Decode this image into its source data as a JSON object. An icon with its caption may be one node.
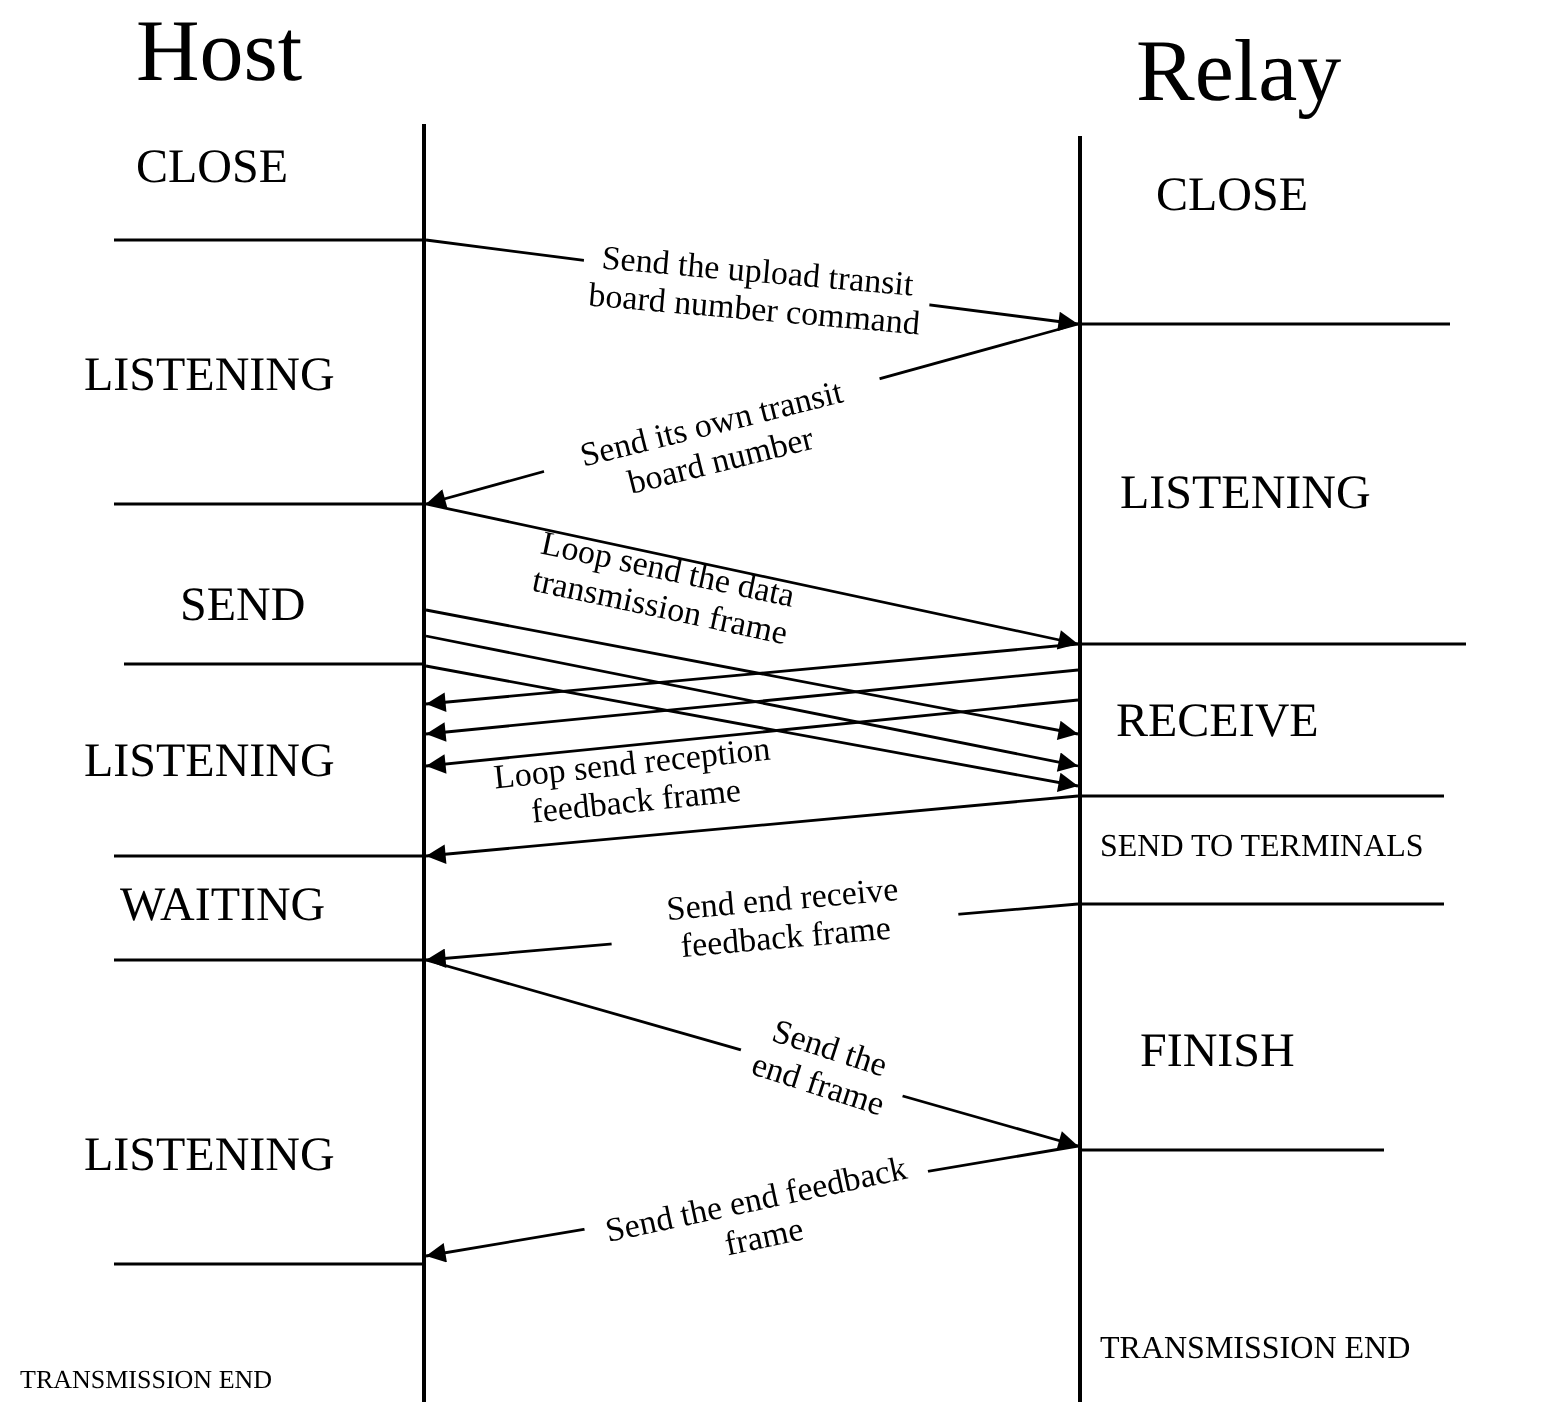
{
  "diagram": {
    "nodes": [
      {
        "text": [
          "Host"
        ]
      },
      {
        "text": [
          "Relay"
        ]
      }
    ],
    "edges": [
      {
        "from": 0,
        "to": 1,
        "arrow": "to",
        "label": "Send the upload transit board number command"
      },
      {
        "from": 1,
        "to": 0,
        "arrow": "to",
        "label": "Send its own transit board number"
      },
      {
        "from": 0,
        "to": 1,
        "arrow": "to",
        "label": "Loop send the data transmission frame"
      },
      {
        "from": 0,
        "to": 1,
        "arrow": "to"
      },
      {
        "from": 0,
        "to": 1,
        "arrow": "to"
      },
      {
        "from": 0,
        "to": 1,
        "arrow": "to"
      },
      {
        "from": 1,
        "to": 0,
        "arrow": "to"
      },
      {
        "from": 1,
        "to": 0,
        "arrow": "to"
      },
      {
        "from": 1,
        "to": 0,
        "arrow": "to"
      },
      {
        "from": 1,
        "to": 0,
        "arrow": "to",
        "label": "Loop send reception feedback frame"
      },
      {
        "from": 1,
        "to": 0,
        "arrow": "to",
        "label": "Send end receive feedback frame"
      },
      {
        "from": 0,
        "to": 1,
        "arrow": "to",
        "label": "Send the end frame"
      },
      {
        "from": 1,
        "to": 0,
        "arrow": "to",
        "label": "Send the end feedback frame"
      }
    ],
    "labels": [
      "CLOSE",
      "CLOSE",
      "LISTENING",
      "LISTENING",
      "SEND",
      "RECEIVE",
      "LISTENING",
      "SEND TO TERMINALS",
      "WAITING",
      "FINISH",
      "LISTENING",
      "TRANSMISSION END",
      "TRANSMISSION END"
    ]
  }
}
